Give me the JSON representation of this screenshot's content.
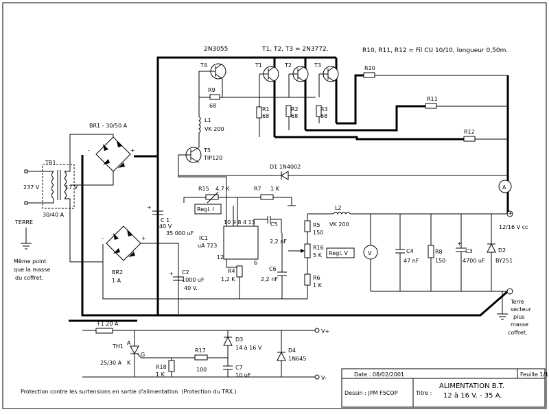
{
  "header": {
    "t4_type": "2N3055",
    "power_types": "T1, T2, T3 = 2N3772.",
    "wire_note": "R10, R11, R12 = Fil CU 10/10, longueur 0,50m."
  },
  "left": {
    "br1": "BR1 - 30/50 A",
    "tr1": "TR1",
    "v_primary": "237 V",
    "v_secondary": "17 V",
    "tr_current": "30/40 A",
    "terre": "TERRE",
    "note_line1": "Même point",
    "note_line2": "que la masse",
    "note_line3": "du coffret.",
    "br2": "BR2",
    "br2_current": "1 A"
  },
  "components": {
    "t4": "T4",
    "t1": "T1",
    "t2": "T2",
    "t3": "T3",
    "r9": "R9",
    "r9_val": "68",
    "r1": "R1",
    "r1_val": "68",
    "r2": "R2",
    "r2_val": "68",
    "r3": "R3",
    "r3_val": "68",
    "r10": "R10",
    "r11": "R11",
    "r12": "R12",
    "l1": "L1",
    "l1_val": "VK 200",
    "t5": "T5",
    "t5_type": "TIP120",
    "d1": "D1 1N4002",
    "r15": "R15",
    "r15_val": "4,7 K",
    "r7": "R7",
    "r7_val": "1 K",
    "regl_i": "Regl. I",
    "c1": "C 1",
    "c1_v": "40 V",
    "c1_val": "35 000 uF",
    "ic1": "IC1",
    "ic1_type": "uA 723",
    "pins_top": "10 9 8 4 13",
    "pin_12": "12",
    "pin_6": "6",
    "c5": "C5",
    "c5_val": "2,2 nF",
    "c2": "C2",
    "c2_val": "1000 uF",
    "c2_v": "40 V.",
    "r4": "R4",
    "r4_val": "1,2 K",
    "c6": "C6",
    "c6_val": "2,2 nF",
    "r5": "R5",
    "r5_val": "150",
    "r16": "R16",
    "r16_val": "5 K",
    "regl_v": "Regl. V",
    "r6": "R6",
    "r6_val": "1 K",
    "l2": "L2",
    "l2_val": "VK 200",
    "c4": "C4",
    "c4_val": "47 nF",
    "r8": "R8",
    "r8_val": "150",
    "c3": "C3",
    "c3_val": "4700 uF",
    "d2": "D2",
    "d2_type": "BY251",
    "out_v": "12/16 V cc",
    "plus": "+",
    "volt_sym": "V",
    "amp_sym": "A",
    "earth_1": "Terre",
    "earth_2": "secteur",
    "earth_3": "plus",
    "earth_4": "masse",
    "earth_5": "coffret."
  },
  "protection": {
    "f1": "F1 20 A",
    "th1": "TH1",
    "th1_rating": "25/30 A",
    "a": "A",
    "k": "K",
    "g": "G",
    "r18": "R18",
    "r18_val": "1 K",
    "r17": "R17",
    "r17_val": "100",
    "d3": "D3",
    "d3_val": "14 à 16 V",
    "c7": "C7",
    "c7_val": "10 uF",
    "d4": "D4",
    "d4_type": "1N645",
    "vplus": "V+",
    "vminus": "V-",
    "caption": "Protection contre les surtensions en sortie d'alimentation. (Protection du TRX.)"
  },
  "title_block": {
    "date": "Date : 08/02/2001",
    "sheet": "Feuille 1/1",
    "author": "Dessin : JPM F5COP",
    "title_label": "Titre :",
    "title_line1": "ALIMENTATION B.T.",
    "title_line2": "12 à 16 V. - 35 A."
  }
}
